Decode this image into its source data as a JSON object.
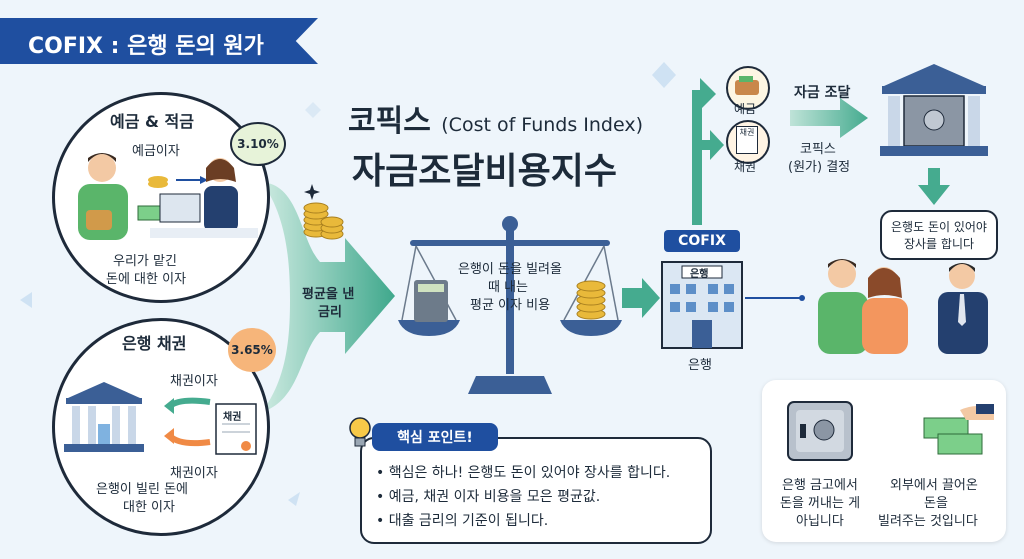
{
  "banner": {
    "title": "COFIX : 은행 돈의 원가"
  },
  "main_title": {
    "korean": "코픽스",
    "english": "(Cost of Funds Index)",
    "subtitle": "자금조달비용지수"
  },
  "deposit_section": {
    "heading": "예금 & 적금",
    "interest_label": "예금이자",
    "rate": "3.10%",
    "caption_line1": "우리가 맡긴",
    "caption_line2": "돈에 대한 이자"
  },
  "bond_section": {
    "heading": "은행 채권",
    "rate": "3.65%",
    "interest_label_top": "채권이자",
    "interest_label_bottom": "채권이자",
    "doc_label": "채권",
    "caption_line1": "은행이 빌린 돈에",
    "caption_line2": "대한 이자"
  },
  "average_arrow": {
    "line1": "평균을 낸",
    "line2": "금리"
  },
  "scale": {
    "line1": "은행이 돈을 빌려올",
    "line2": "때 내는",
    "line3": "평균 이자 비용"
  },
  "bank_center": {
    "tag": "COFIX",
    "sign": "은행",
    "label": "은행"
  },
  "sources": {
    "deposit": "예금",
    "bond": "채권",
    "bond_doc": "채권"
  },
  "funding": {
    "label": "자금 조달",
    "decision_line1": "코픽스",
    "decision_line2": "(원가) 결정"
  },
  "speech": {
    "line1": "은행도 돈이 있어야",
    "line2": "장사를 합니다"
  },
  "key_points": {
    "tag": "핵심 포인트!",
    "items": [
      "핵심은 하나! 은행도 돈이 있어야 장사를 합니다.",
      "예금, 채권 이자 비용을 모은 평균값.",
      "대출 금리의 기준이 됩니다."
    ]
  },
  "explain_panel": {
    "left_line1": "은행 금고에서",
    "left_line2": "돈을 꺼내는 게",
    "left_line3": "아닙니다",
    "right_line1": "외부에서 끌어온",
    "right_line2": "돈을",
    "right_line3": "빌려주는 것입니다"
  },
  "colors": {
    "navy": "#1f4fa0",
    "teal": "#3fa88c",
    "orange": "#f5a35f",
    "gold": "#e9b93a"
  }
}
